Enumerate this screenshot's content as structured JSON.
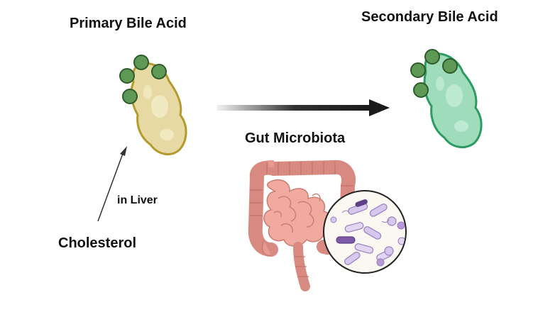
{
  "labels": {
    "primary_bile_acid": "Primary Bile Acid",
    "secondary_bile_acid": "Secondary Bile Acid",
    "gut_microbiota": "Gut Microbiota",
    "in_liver": "in Liver",
    "cholesterol": "Cholesterol"
  },
  "colors": {
    "primary_molecule_fill": "#e6d9a3",
    "primary_molecule_stroke": "#b59a2e",
    "secondary_molecule_fill": "#9fdcbc",
    "secondary_molecule_stroke": "#2c9c62",
    "group_bead": "#5e9a55",
    "arrow": "#1a1a1a",
    "intestine": "#e79a90",
    "bacteria_purple": "#9b7dc2"
  }
}
